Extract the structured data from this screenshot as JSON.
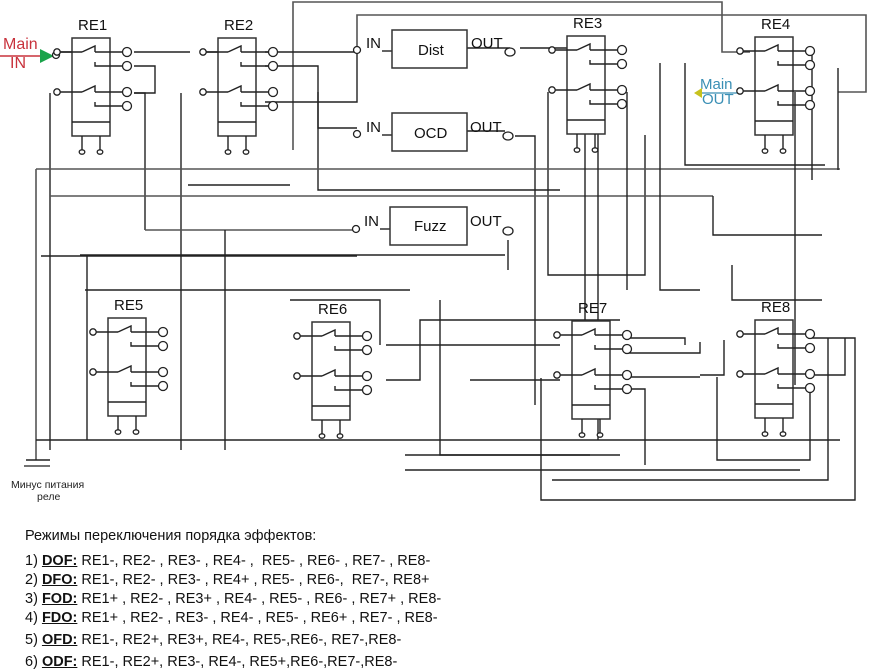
{
  "diagram": {
    "main_in": [
      "Main",
      "IN"
    ],
    "main_out": [
      "Main",
      "OUT"
    ],
    "relays": [
      "RE1",
      "RE2",
      "RE3",
      "RE4",
      "RE5",
      "RE6",
      "RE7",
      "RE8"
    ],
    "effects": [
      {
        "name": "Dist",
        "in_label": "IN",
        "out_label": "OUT"
      },
      {
        "name": "OCD",
        "in_label": "IN",
        "out_label": "OUT"
      },
      {
        "name": "Fuzz",
        "in_label": "IN",
        "out_label": "OUT"
      }
    ],
    "ground_label": [
      "Минус питания",
      "реле"
    ],
    "colors": {
      "main_in": "#c8323c",
      "main_in_arrow": "#1aa34a",
      "main_out": "#3a8fb5",
      "main_out_arrow": "#c7c21e"
    }
  },
  "modes": {
    "title": "Режимы переключения порядка эффектов:",
    "items": [
      {
        "num": "1)",
        "code": "DOF:",
        "states": " RE1-, RE2- , RE3- , RE4- ,  RE5- , RE6- , RE7- , RE8-"
      },
      {
        "num": "2)",
        "code": "DFO:",
        "states": " RE1-, RE2- , RE3- , RE4+ , RE5- , RE6-,  RE7-, RE8+"
      },
      {
        "num": "3)",
        "code": "FOD:",
        "states": " RE1+ , RE2- , RE3+ , RE4- , RE5- , RE6- , RE7+ , RE8-"
      },
      {
        "num": "4)",
        "code": "FDO:",
        "states": " RE1+ , RE2- , RE3- , RE4- , RE5- , RE6+ , RE7- , RE8-"
      },
      {
        "num": "5)",
        "code": "OFD:",
        "states": " RE1-, RE2+, RE3+, RE4-, RE5-,RE6-, RE7-,RE8-"
      },
      {
        "num": "6)",
        "code": "ODF:",
        "states": " RE1-, RE2+, RE3-, RE4-, RE5+,RE6-,RE7-,RE8-"
      }
    ]
  }
}
